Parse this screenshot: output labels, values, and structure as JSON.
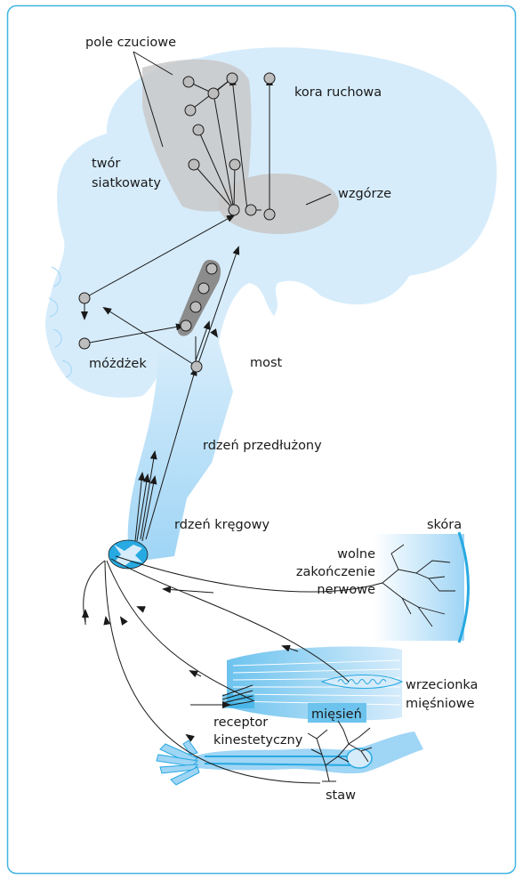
{
  "labels": {
    "sensory_field": "pole czuciowe",
    "motor_cortex": "kora ruchowa",
    "reticular_1": "twór",
    "reticular_2": "siatkowaty",
    "thalamus": "wzgórze",
    "cerebellum": "móżdżek",
    "pons": "most",
    "medulla": "rdzeń przedłużony",
    "spinal_cord": "rdzeń kręgowy",
    "skin": "skóra",
    "free_nerve_1": "wolne",
    "free_nerve_2": "zakończenie",
    "free_nerve_3": "nerwowe",
    "spindle_1": "wrzecionka",
    "spindle_2": "mięśniowe",
    "muscle": "mięsień",
    "kinesthetic_1": "receptor",
    "kinesthetic_2": "kinestetyczny",
    "joint": "staw"
  },
  "colors": {
    "frame": "#3fb4e3",
    "brain_fill": "#d6ecfb",
    "tissue_blue": "#9fd5f5",
    "accent_blue": "#27a9e1",
    "grey_region": "#c9c9c9",
    "dark_region": "#8c8c8c",
    "node": "#bdbdbd",
    "line": "#1a1a1a"
  }
}
